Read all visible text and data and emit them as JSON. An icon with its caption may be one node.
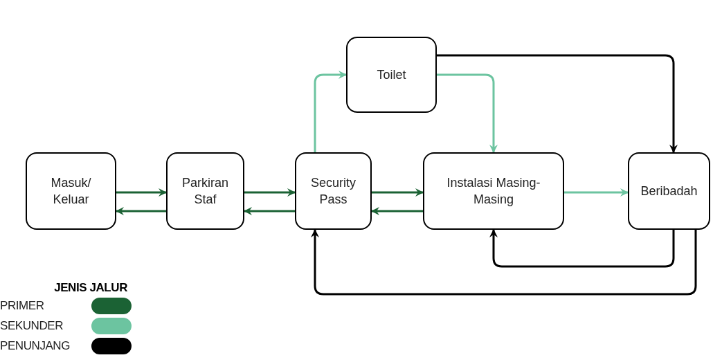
{
  "diagram": {
    "nodes": [
      {
        "text": [
          "Masuk/ Keluar"
        ]
      },
      {
        "text": [
          "Parkiran Staf"
        ]
      },
      {
        "text": [
          "Security Pass"
        ]
      },
      {
        "text": [
          "Toilet"
        ]
      },
      {
        "text": [
          "Instalasi Masing-Masing"
        ]
      },
      {
        "text": [
          "Beribadah"
        ]
      }
    ],
    "edges": [
      {
        "from": 0,
        "to": 1,
        "arrow": "to"
      },
      {
        "from": 1,
        "to": 0,
        "arrow": "to"
      },
      {
        "from": 1,
        "to": 2,
        "arrow": "to"
      },
      {
        "from": 2,
        "to": 1,
        "arrow": "to"
      },
      {
        "from": 2,
        "to": 4,
        "arrow": "to"
      },
      {
        "from": 4,
        "to": 2,
        "arrow": "to"
      },
      {
        "from": 2,
        "to": 3,
        "arrow": "to",
        "color": "#6cc4a0"
      },
      {
        "from": 3,
        "to": 4,
        "arrow": "to",
        "color": "#6cc4a0"
      },
      {
        "from": 4,
        "to": 5,
        "arrow": "to",
        "color": "#6cc4a0"
      },
      {
        "from": 3,
        "to": 5,
        "arrow": "to",
        "color": "#000000"
      },
      {
        "from": 5,
        "to": 4,
        "arrow": "to",
        "color": "#000000"
      },
      {
        "from": 5,
        "to": 2,
        "arrow": "to",
        "color": "#000000"
      }
    ],
    "labels": [
      "JENIS JALUR"
    ],
    "legend": [
      {
        "text": "PRIMER",
        "color": "#1b6234"
      },
      {
        "text": "SEKUNDER",
        "color": "#6cc4a0"
      },
      {
        "text": "PENUNJANG",
        "color": "#000000"
      }
    ]
  }
}
